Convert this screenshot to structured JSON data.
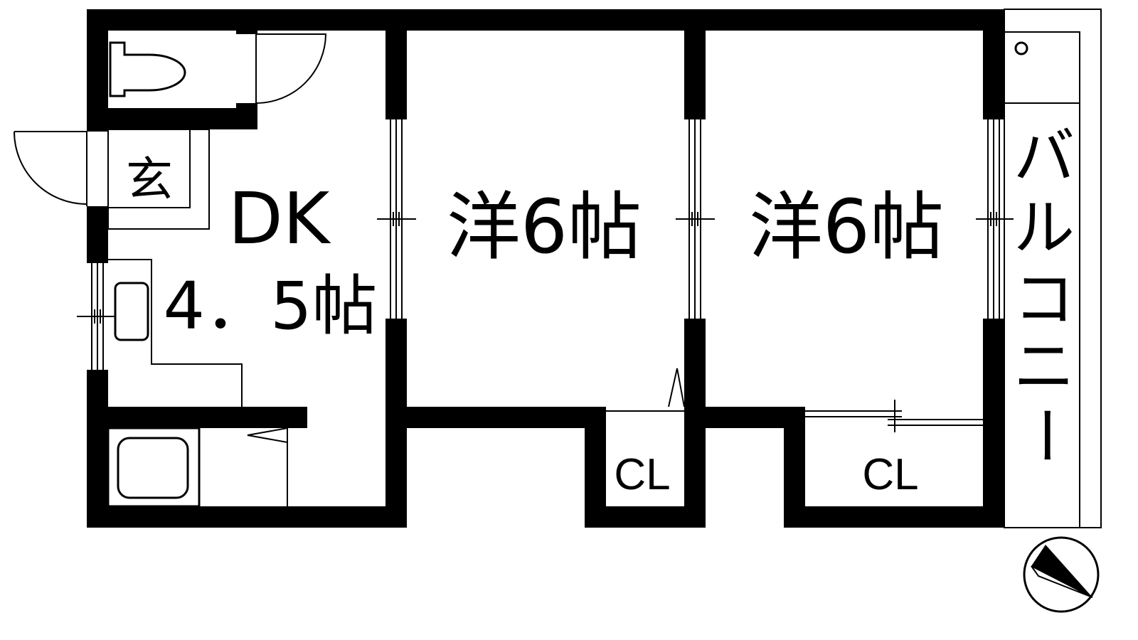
{
  "rooms": {
    "dk_name": "DK",
    "dk_size": "4．5帖",
    "western1": "洋6帖",
    "western2": "洋6帖",
    "closet1": "CL",
    "closet2": "CL",
    "entrance": "玄"
  },
  "balcony": {
    "chars": [
      "バ",
      "ル",
      "コ",
      "ニ",
      "ー"
    ]
  },
  "icons": {
    "compass": "compass-north-arrow-icon",
    "toilet": "toilet-icon",
    "sink": "kitchen-sink-icon",
    "bathtub": "bathtub-icon",
    "washer": "washing-machine-pan-icon"
  }
}
